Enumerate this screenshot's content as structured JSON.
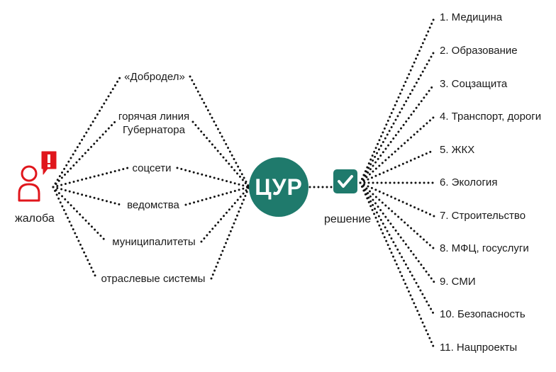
{
  "complaint": {
    "label": "жалоба",
    "icon": "person-icon",
    "badge_icon": "exclamation-icon",
    "color": "#e0161c"
  },
  "sources": [
    {
      "label": "«Добродел»"
    },
    {
      "label_line1": "горячая линия",
      "label_line2": "Губернатора"
    },
    {
      "label": "соцсети"
    },
    {
      "label": "ведомства"
    },
    {
      "label": "муниципалитеты"
    },
    {
      "label": "отраслевые системы"
    }
  ],
  "hub": {
    "label": "ЦУР",
    "color": "#1f7a6c"
  },
  "decision": {
    "label": "решение",
    "icon": "checkmark-icon"
  },
  "categories": [
    "1. Медицина",
    "2. Образование",
    "3. Соцзащита",
    "4. Транспорт, дороги",
    "5. ЖКХ",
    "6. Экология",
    "7. Строительство",
    "8. МФЦ, госуслуги",
    "9. СМИ",
    "10. Безопасность",
    "11. Нацпроекты"
  ]
}
